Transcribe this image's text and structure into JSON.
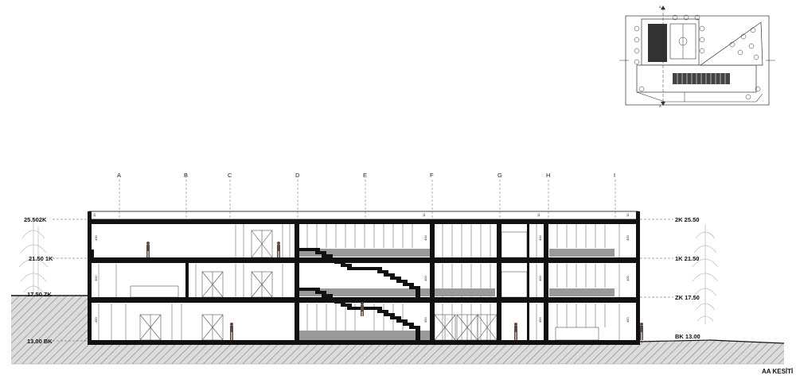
{
  "section_title": "AA KESİTİ",
  "grid_axes": [
    "A",
    "B",
    "C",
    "D",
    "E",
    "F",
    "G",
    "H",
    "I"
  ],
  "levels_left": [
    "25.502K",
    "21.50 1K",
    "17.50 ZK",
    "13.00 BK"
  ],
  "levels_right": [
    "2K 25.50",
    "1K 21.50",
    "ZK 17.50",
    "BK 13.00"
  ],
  "dims": {
    "parapet": "10",
    "storey": "400",
    "ground": "450"
  },
  "colors": {
    "structure": "#111111",
    "terrain_fill": "#d9d9d9",
    "terrain_hatch": "#8c8c8c",
    "partition": "#555555",
    "floor_band": "#9a9a9a"
  },
  "plan_inset": {
    "cut_marker": "A"
  }
}
